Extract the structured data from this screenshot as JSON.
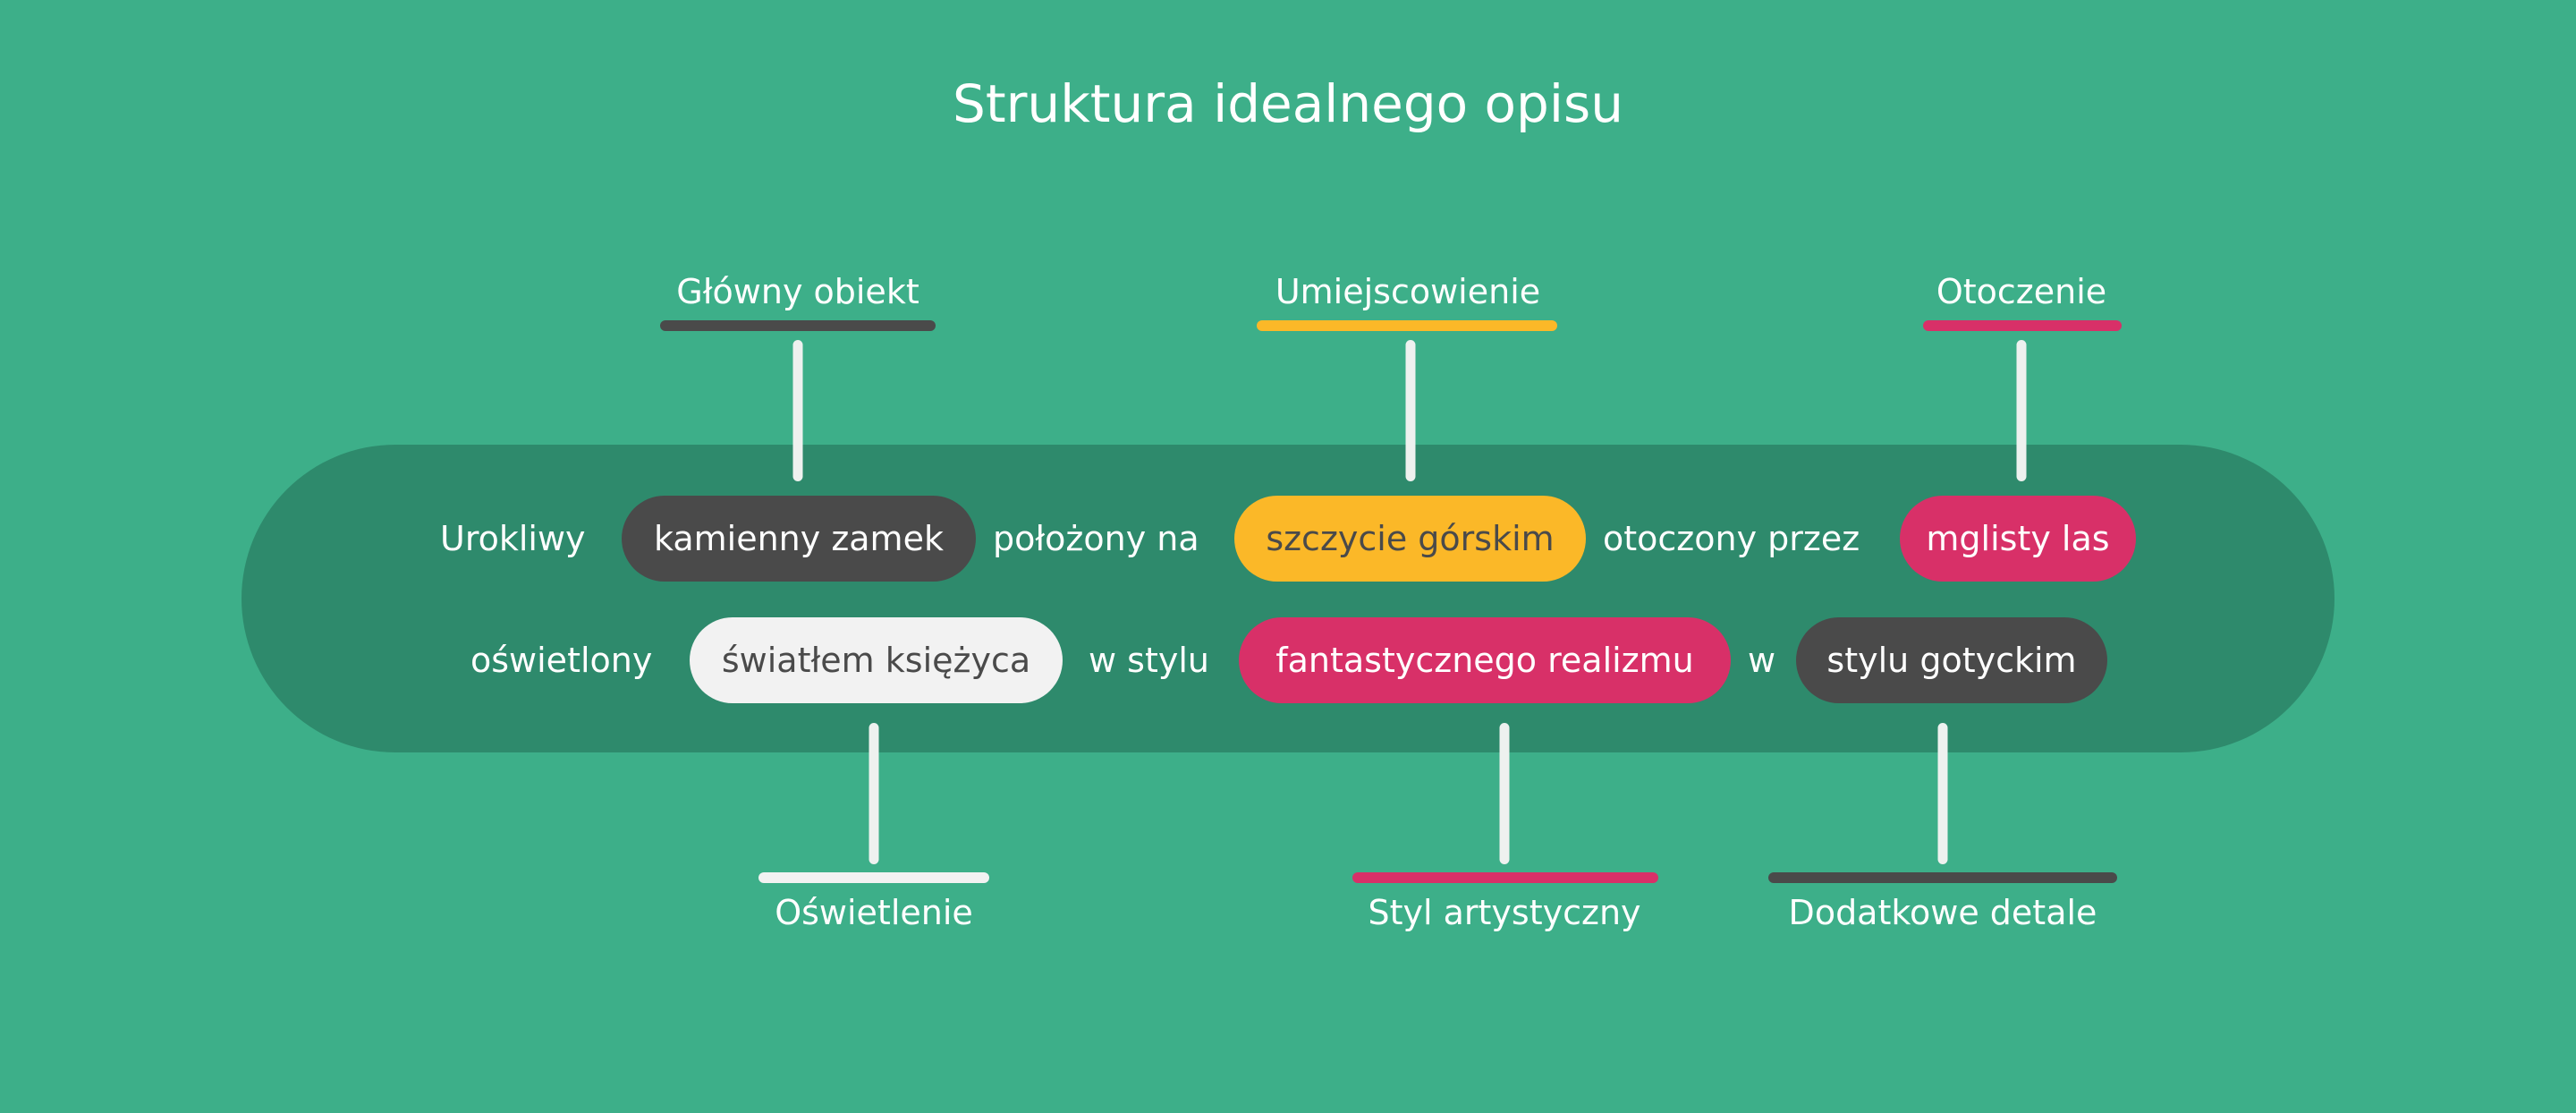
{
  "title": "Struktura idealnego opisu",
  "colors": {
    "background": "#3daf89",
    "band": "#2e8a6c",
    "dark": "#4a4a4a",
    "yellow": "#fbb828",
    "pink": "#d83068",
    "light": "#f2f2f2"
  },
  "categories_top": {
    "main_object": "Główny obiekt",
    "location": "Umiejscowienie",
    "surroundings": "Otoczenie"
  },
  "categories_bottom": {
    "lighting": "Oświetlenie",
    "art_style": "Styl artystyczny",
    "extra_details": "Dodatkowe detale"
  },
  "line1": {
    "w1": "Urokliwy",
    "p1": "kamienny zamek",
    "w2": "położony na",
    "p2": "szczycie górskim",
    "w3": "otoczony przez",
    "p3": "mglisty las"
  },
  "line2": {
    "w1": "oświetlony",
    "p1": "światłem księżyca",
    "w2": "w stylu",
    "p2": "fantastycznego realizmu",
    "w3": "w",
    "p3": "stylu gotyckim"
  }
}
